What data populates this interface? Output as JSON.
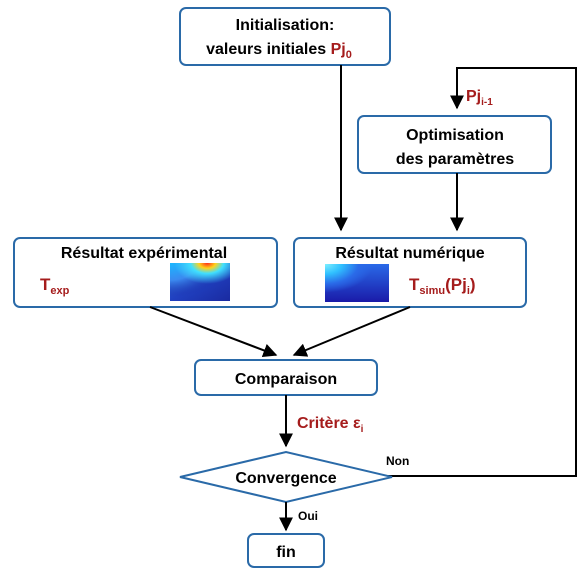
{
  "colors": {
    "box_border": "#2a6aa8",
    "red_text": "#a51c1c",
    "arrow": "#000000"
  },
  "init": {
    "line1": "Initialisation:",
    "line2": "valeurs initiales ",
    "param": "Pj",
    "param_sub": "0"
  },
  "feedback_label": {
    "param": "Pj",
    "sub": "i-1"
  },
  "optimisation": {
    "line1": "Optimisation",
    "line2": "des paramètres"
  },
  "experimental": {
    "title": "Résultat expérimental",
    "symbol": "T",
    "symbol_sub": "exp"
  },
  "numerical": {
    "title": "Résultat numérique",
    "symbol": "T",
    "symbol_sub": "simu",
    "symbol_arg": "(Pj",
    "symbol_arg_sub": "i",
    "symbol_close": ")"
  },
  "comparison": {
    "label": "Comparaison"
  },
  "criterion": {
    "label": "Critère ε",
    "sub": "i"
  },
  "convergence": {
    "label": "Convergence",
    "no_label": "Non",
    "yes_label": "Oui"
  },
  "end": {
    "label": "fin"
  }
}
